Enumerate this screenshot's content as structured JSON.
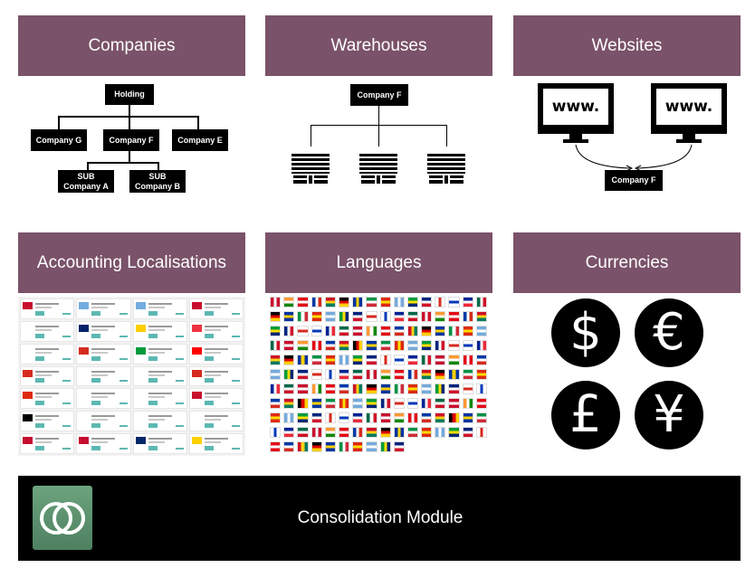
{
  "panels": {
    "companies": {
      "title": "Companies",
      "holding": "Holding",
      "company_g": "Company G",
      "company_f": "Company F",
      "company_e": "Company E",
      "sub_a": "SUB\nCompany A",
      "sub_b": "SUB\nCompany B"
    },
    "warehouses": {
      "title": "Warehouses",
      "company_f": "Company F"
    },
    "websites": {
      "title": "Websites",
      "www_left": "www.",
      "www_right": "www.",
      "company_f": "Company F"
    },
    "accounting": {
      "title": "Accounting Localisations"
    },
    "languages": {
      "title": "Languages"
    },
    "currencies": {
      "title": "Currencies",
      "symbols": [
        "$",
        "€",
        "£",
        "¥"
      ]
    }
  },
  "footer": {
    "title": "Consolidation Module"
  },
  "colors": {
    "header": "#7a5269",
    "logo_green": "#5a8f6b",
    "accent_teal": "#5cb8b2"
  },
  "accounting_flag_colors": [
    [
      "#c8102e",
      "#74acdf",
      "#74acdf",
      "#c8102e"
    ],
    [
      "#ffffff",
      "#012169",
      "#ffce00",
      "#ef3340"
    ],
    [
      "#ffffff",
      "#d52b1e",
      "#009b3a",
      "#ff0000"
    ],
    [
      "#d52b1e",
      "#ffffff",
      "#ffffff",
      "#d52b1e"
    ],
    [
      "#de2910",
      "#ffffff",
      "#ffffff",
      "#c8102e"
    ],
    [
      "#000000",
      "#ffffff",
      "#ffffff",
      "#ffffff"
    ],
    [
      "#c60c30",
      "#c60c30",
      "#002868",
      "#ffd100"
    ]
  ]
}
